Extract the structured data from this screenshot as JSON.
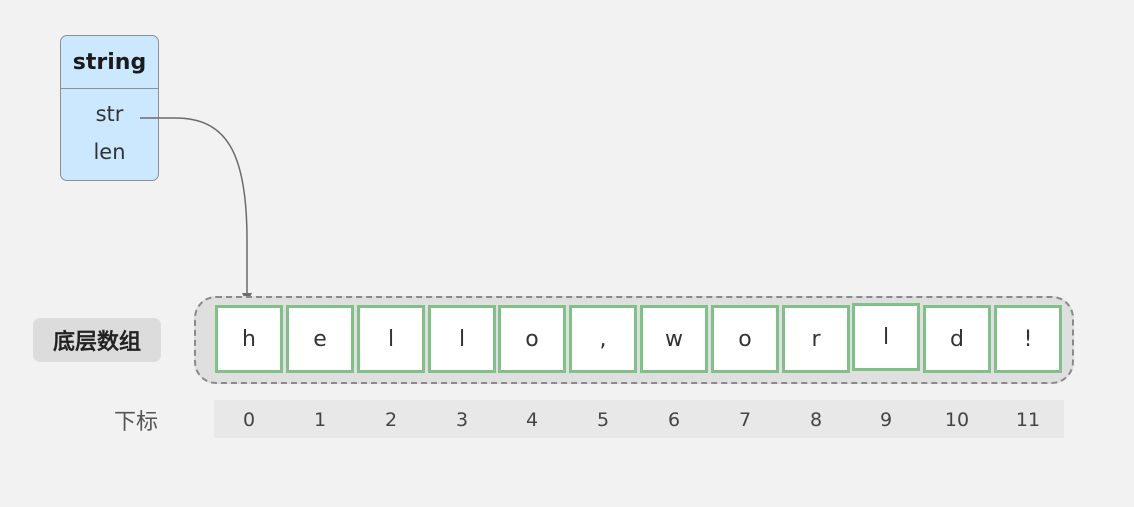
{
  "struct": {
    "title": "string",
    "fields": [
      "str",
      "len"
    ]
  },
  "array": {
    "label": "底层数组",
    "cells": [
      "h",
      "e",
      "l",
      "l",
      "o",
      ",",
      "w",
      "o",
      "r",
      "l",
      "d",
      "!"
    ]
  },
  "index": {
    "label": "下标",
    "values": [
      "0",
      "1",
      "2",
      "3",
      "4",
      "5",
      "6",
      "7",
      "8",
      "9",
      "10",
      "11"
    ]
  },
  "colors": {
    "struct_fill": "#cbe8ff",
    "cell_border": "#82c08a",
    "container_fill": "#dfdfe0",
    "arrow": "#6b6b6b"
  }
}
